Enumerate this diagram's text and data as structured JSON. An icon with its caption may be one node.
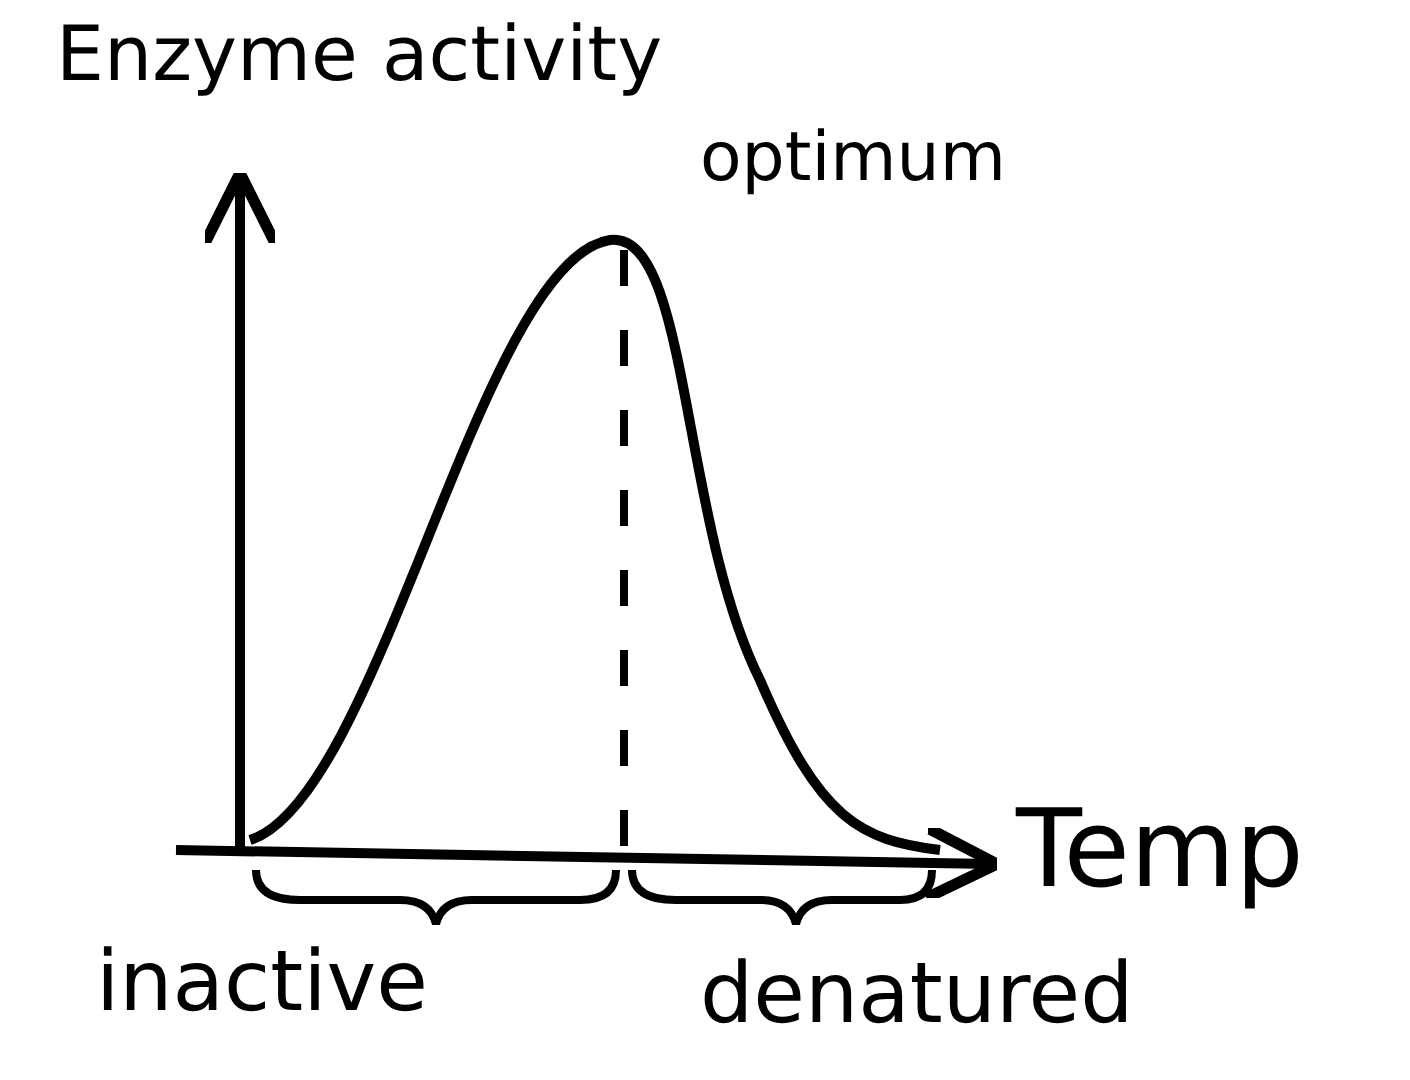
{
  "diagram": {
    "labels": [
      "Enzyme activity",
      "optimum",
      "Temp",
      "inactive",
      "denatured"
    ]
  }
}
